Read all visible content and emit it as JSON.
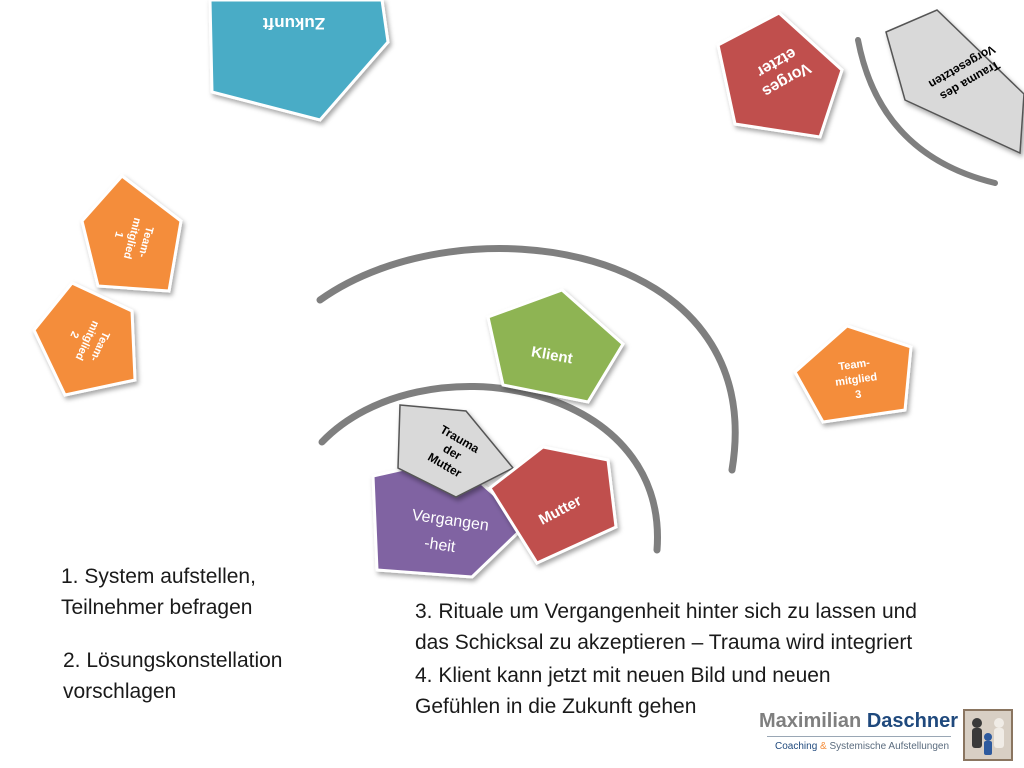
{
  "colors": {
    "blue": "#4aacc6",
    "red": "#c0504d",
    "orange": "#f48d3b",
    "green": "#8eb453",
    "purple": "#8064a2",
    "gray": "#d9d9d9",
    "arc": "#7f7f7f",
    "logo_gray": "#7f7f7f",
    "logo_blue": "#1f497d"
  },
  "shapes": {
    "zukunft": {
      "label": "Zukunft"
    },
    "vorgesetzter": {
      "line1": "Vorges",
      "line2": "etzter"
    },
    "trauma_vorgesetzten": {
      "line1": "Trauma des",
      "line2": "Vorgesetzten"
    },
    "teammitglied1": {
      "line1": "Team-",
      "line2": "mitglied",
      "line3": "1"
    },
    "teammitglied2": {
      "line1": "Team-",
      "line2": "mitglied",
      "line3": "2"
    },
    "teammitglied3": {
      "line1": "Team-",
      "line2": "mitglied",
      "line3": "3"
    },
    "klient": {
      "label": "Klient"
    },
    "trauma_mutter": {
      "line1": "Trauma",
      "line2": "der",
      "line3": "Mutter"
    },
    "vergangenheit": {
      "line1": "Vergangen",
      "line2": "-heit"
    },
    "mutter": {
      "label": "Mutter"
    }
  },
  "steps": {
    "step1": {
      "line1": "1. System aufstellen,",
      "line2": "Teilnehmer befragen"
    },
    "step2": {
      "line1": "2. Lösungskonstellation",
      "line2": "vorschlagen"
    },
    "step3": {
      "line1": "3. Rituale um Vergangenheit hinter sich zu lassen und",
      "line2": "das Schicksal zu akzeptieren – Trauma wird integriert"
    },
    "step4": {
      "line1": "4. Klient kann jetzt mit neuen Bild und neuen",
      "line2": "Gefühlen in die Zukunft gehen"
    }
  },
  "logo": {
    "first_name": "Maximilian",
    "last_name": "Daschner",
    "tag_part1": "Coaching",
    "tag_amp": "&",
    "tag_part2": "Systemische Aufstellungen"
  }
}
